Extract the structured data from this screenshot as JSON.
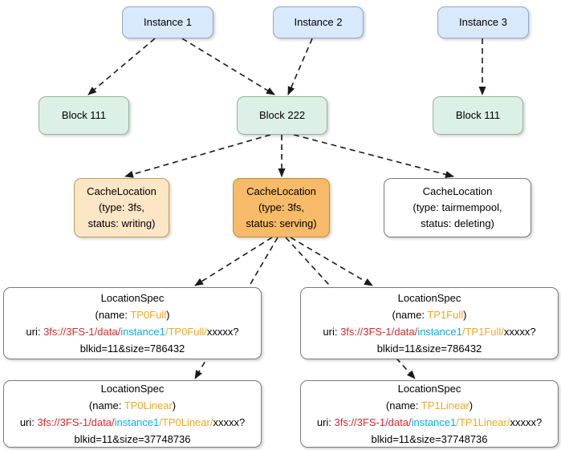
{
  "diagram": {
    "instances": [
      {
        "label": "Instance 1"
      },
      {
        "label": "Instance 2"
      },
      {
        "label": "Instance 3"
      }
    ],
    "blocks": [
      {
        "label": "Block 111"
      },
      {
        "label": "Block 222"
      },
      {
        "label": "Block 111"
      }
    ],
    "cache_locations": [
      {
        "title": "CacheLocation",
        "type_line": "(type: 3fs,",
        "status_line": "status: writing)",
        "variant": "peach"
      },
      {
        "title": "CacheLocation",
        "type_line": "(type: 3fs,",
        "status_line": "status: serving)",
        "variant": "orange"
      },
      {
        "title": "CacheLocation",
        "type_line": "(type: tairmempool,",
        "status_line": "status: deleting)",
        "variant": "white"
      }
    ],
    "location_specs": [
      {
        "title": "LocationSpec",
        "name_prefix": "(name: ",
        "name": "TP0Full",
        "name_suffix": ")",
        "uri_prefix": "uri: ",
        "uri_red": "3fs://3FS-1/data/",
        "uri_blue": "instance1",
        "uri_orange": "/TP0Full/",
        "uri_tail": "xxxxx?",
        "blk_line": "blkid=11&size=786432"
      },
      {
        "title": "LocationSpec",
        "name_prefix": "(name: ",
        "name": "TP1Full",
        "name_suffix": ")",
        "uri_prefix": "uri: ",
        "uri_red": "3fs://3FS-1/data/",
        "uri_blue": "instance1",
        "uri_orange": "/TP1Full/",
        "uri_tail": "xxxxx?",
        "blk_line": "blkid=11&size=786432"
      },
      {
        "title": "LocationSpec",
        "name_prefix": "(name: ",
        "name": "TP0Linear",
        "name_suffix": ")",
        "uri_prefix": "uri: ",
        "uri_red": "3fs://3FS-1/data/",
        "uri_blue": "instance1",
        "uri_orange": "/TP0Linear/",
        "uri_tail": "xxxxx?",
        "blk_line": "blkid=11&size=37748736"
      },
      {
        "title": "LocationSpec",
        "name_prefix": "(name: ",
        "name": "TP1Linear",
        "name_suffix": ")",
        "uri_prefix": "uri: ",
        "uri_red": "3fs://3FS-1/data/",
        "uri_blue": "instance1",
        "uri_orange": "/TP1Linear/",
        "uri_tail": "xxxxx?",
        "blk_line": "blkid=11&size=37748736"
      }
    ],
    "colors": {
      "instance_fill": "#d8e9fb",
      "block_fill": "#dcf0e5",
      "cache_peach_fill": "#fce6c6",
      "cache_orange_fill": "#f7ba68",
      "white_fill": "#ffffff",
      "uri_red": "#e32727",
      "uri_blue": "#00b0f0",
      "uri_orange": "#f5a623",
      "line_color": "#1a1a1a"
    }
  }
}
